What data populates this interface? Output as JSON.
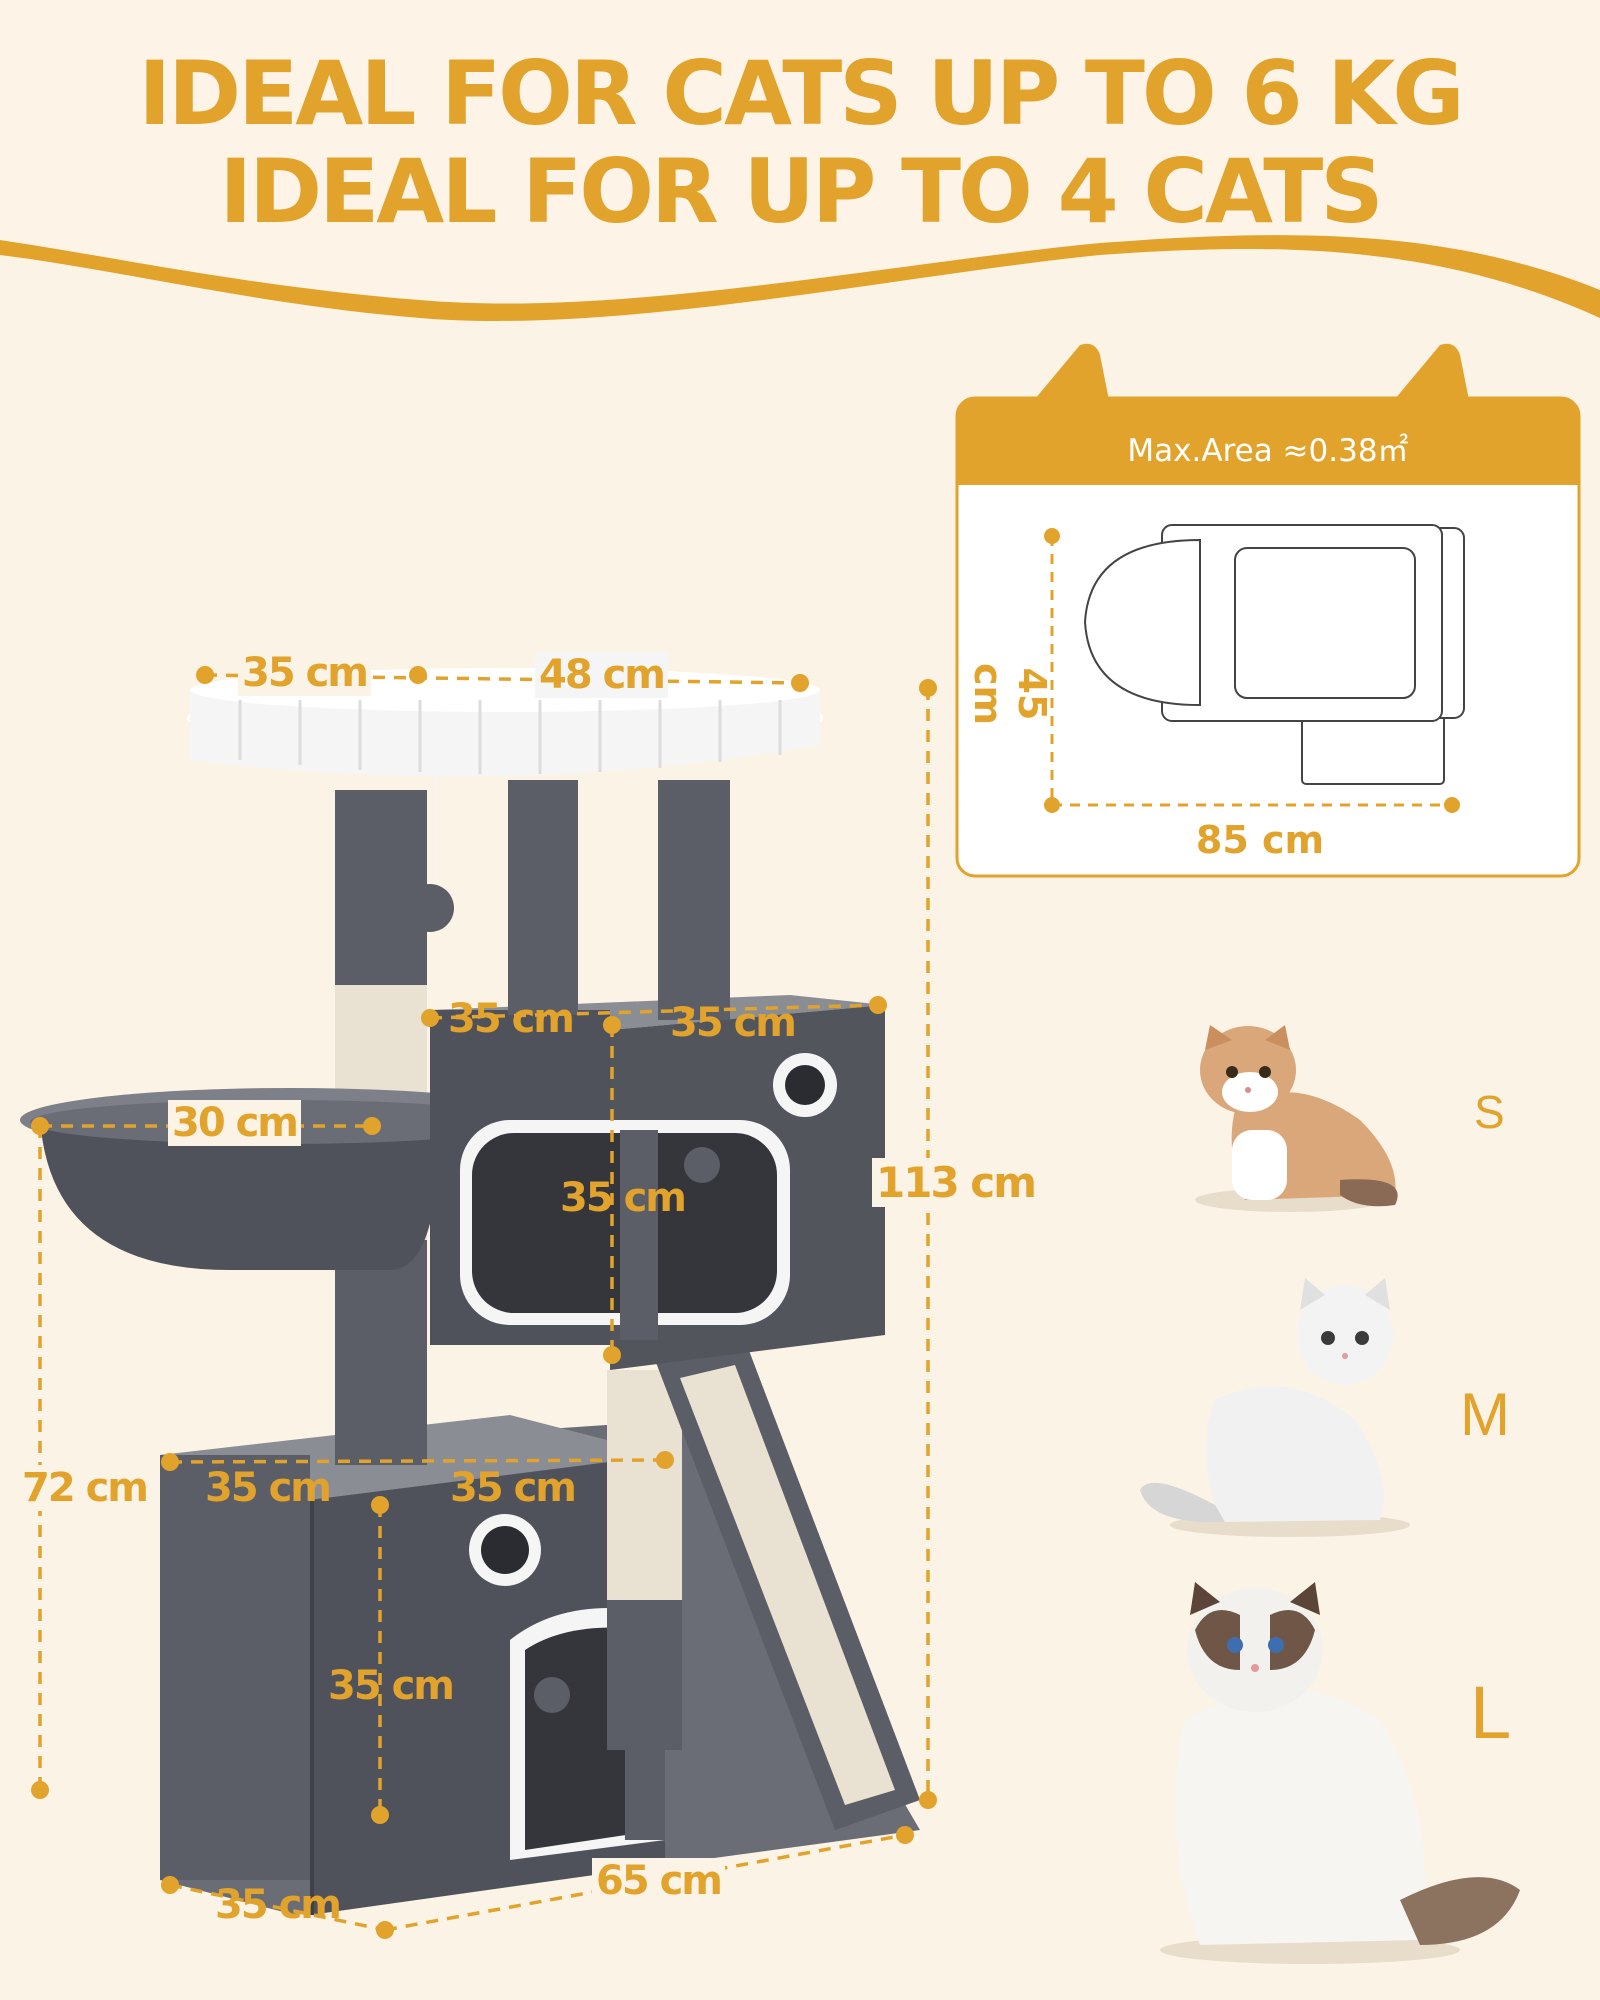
{
  "headline": {
    "line1": "IDEAL FOR CATS UP TO 6 KG",
    "line2": "IDEAL FOR UP TO 4 CATS"
  },
  "area_box": {
    "title": "Max.Area ≈0.38㎡",
    "depth": "45 cm",
    "width": "85 cm"
  },
  "dimensions": {
    "top_perch_depth": "35 cm",
    "top_perch_width": "48 cm",
    "upper_condo_depth": "35 cm",
    "upper_condo_width": "35 cm",
    "upper_condo_height": "35 cm",
    "basket_width": "30 cm",
    "total_height": "113 cm",
    "basket_height": "72 cm",
    "lower_condo_depth": "35 cm",
    "lower_condo_width": "35 cm",
    "lower_condo_height": "35 cm",
    "base_depth": "35 cm",
    "base_width": "65 cm"
  },
  "sizes": [
    "S",
    "M",
    "L"
  ],
  "colors": {
    "accent": "#e2a32c",
    "background": "#fbf3e6",
    "plush_grey": "#5b5e66",
    "sisal": "#e9e1d2",
    "white_plush": "#f5f5f5"
  }
}
